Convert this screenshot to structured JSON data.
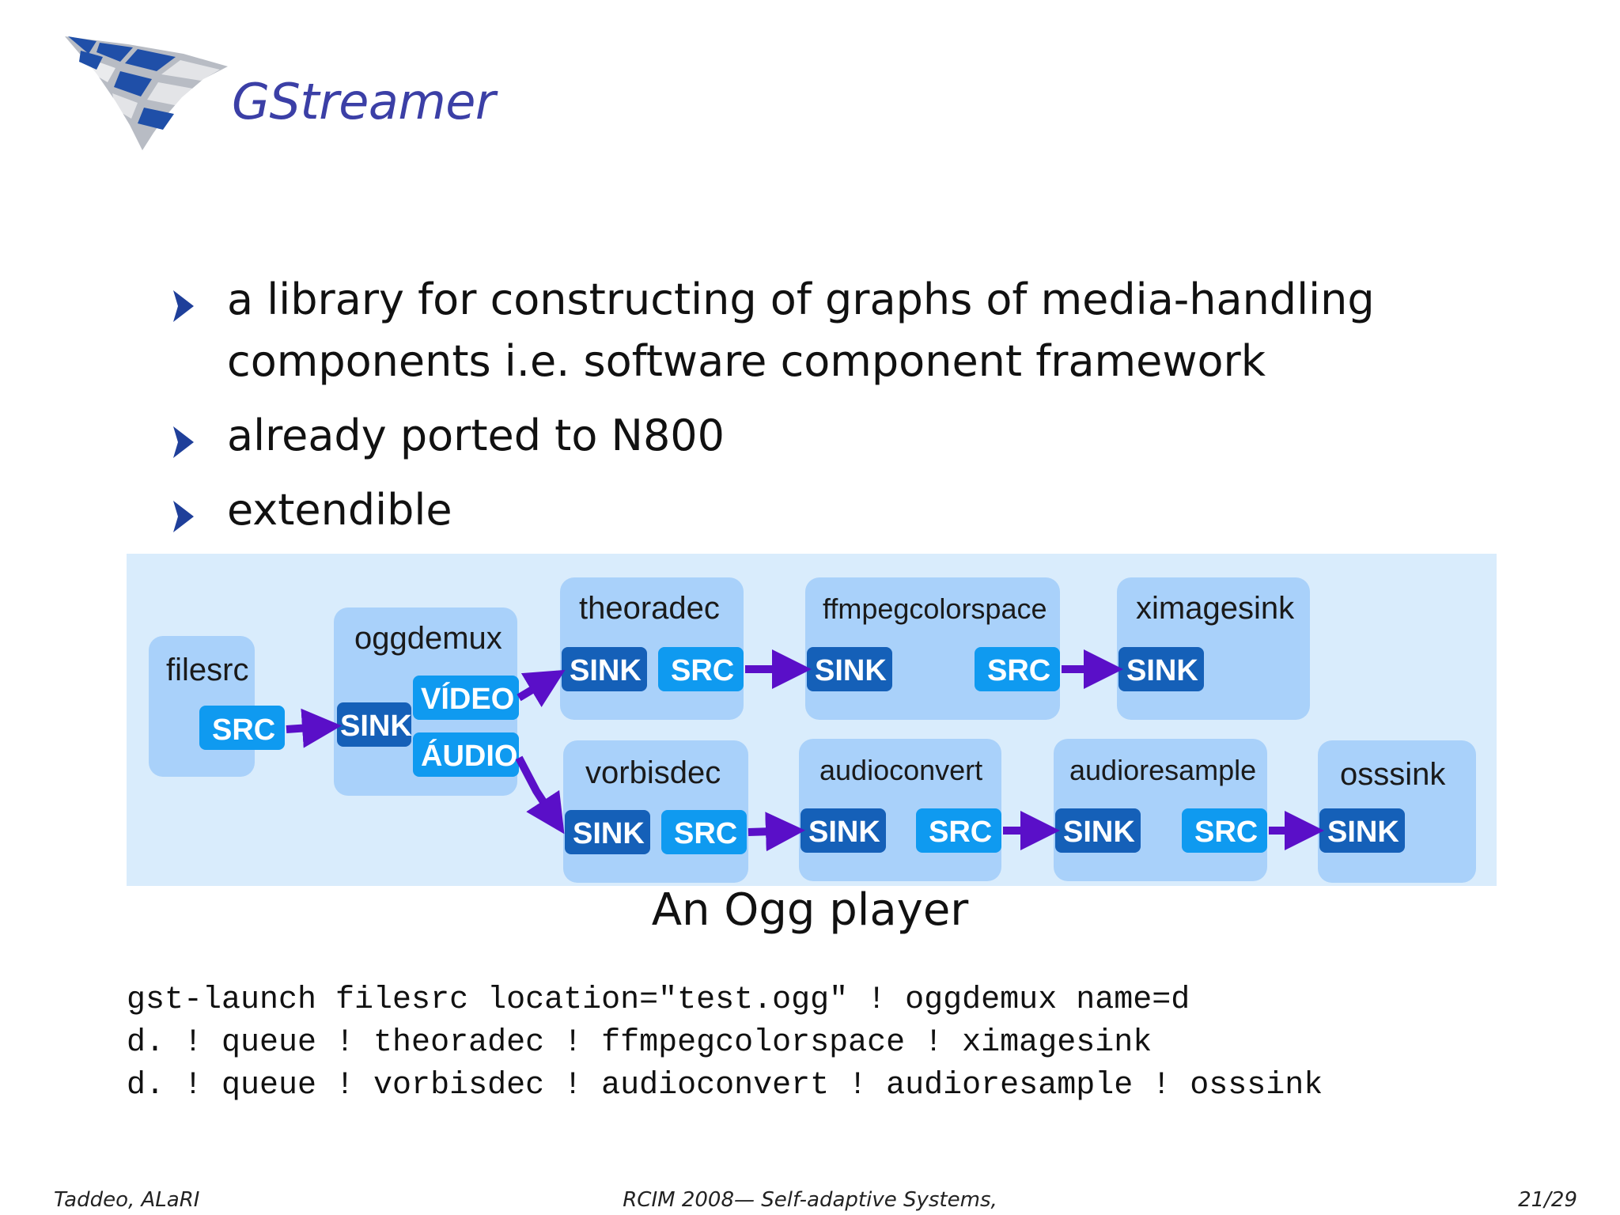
{
  "slide": {
    "title": "GStreamer",
    "bullets": [
      {
        "line1": "a library for constructing of graphs of media-handling",
        "line2": "components i.e. software component framework"
      },
      {
        "line1": "already ported to N800"
      },
      {
        "line1": "extendible"
      }
    ],
    "caption": "An Ogg player",
    "code_lines": [
      "gst-launch filesrc location=\"test.ogg\" ! oggdemux name=d",
      "d. ! queue ! theoradec ! ffmpegcolorspace ! ximagesink",
      "d. ! queue ! vorbisdec ! audioconvert ! audioresample ! osssink"
    ]
  },
  "diagram": {
    "elements": {
      "filesrc": "filesrc",
      "oggdemux": "oggdemux",
      "theoradec": "theoradec",
      "ffmpegcolorspace": "ffmpegcolorspace",
      "ximagesink": "ximagesink",
      "vorbisdec": "vorbisdec",
      "audioconvert": "audioconvert",
      "audioresample": "audioresample",
      "osssink": "osssink"
    },
    "pads": {
      "src": "SRC",
      "sink": "SINK",
      "video": "VÍDEO",
      "audio": "ÁUDIO"
    },
    "colors": {
      "background": "#d9ecfc",
      "element": "#a9d1fa",
      "sink_pad": "#1560b8",
      "src_pad": "#0f9af0",
      "link_arrow": "#5a0fc8"
    }
  },
  "footer": {
    "author": "Taddeo, ALaRI",
    "event": "RCIM 2008— Self-adaptive Systems,",
    "page": "21/29"
  },
  "colors": {
    "title": "#3b3fa6",
    "bullet_arrow": "#1f3f9a",
    "logo_blue": "#1f4fa8",
    "logo_grey": "#b8bcc4"
  }
}
